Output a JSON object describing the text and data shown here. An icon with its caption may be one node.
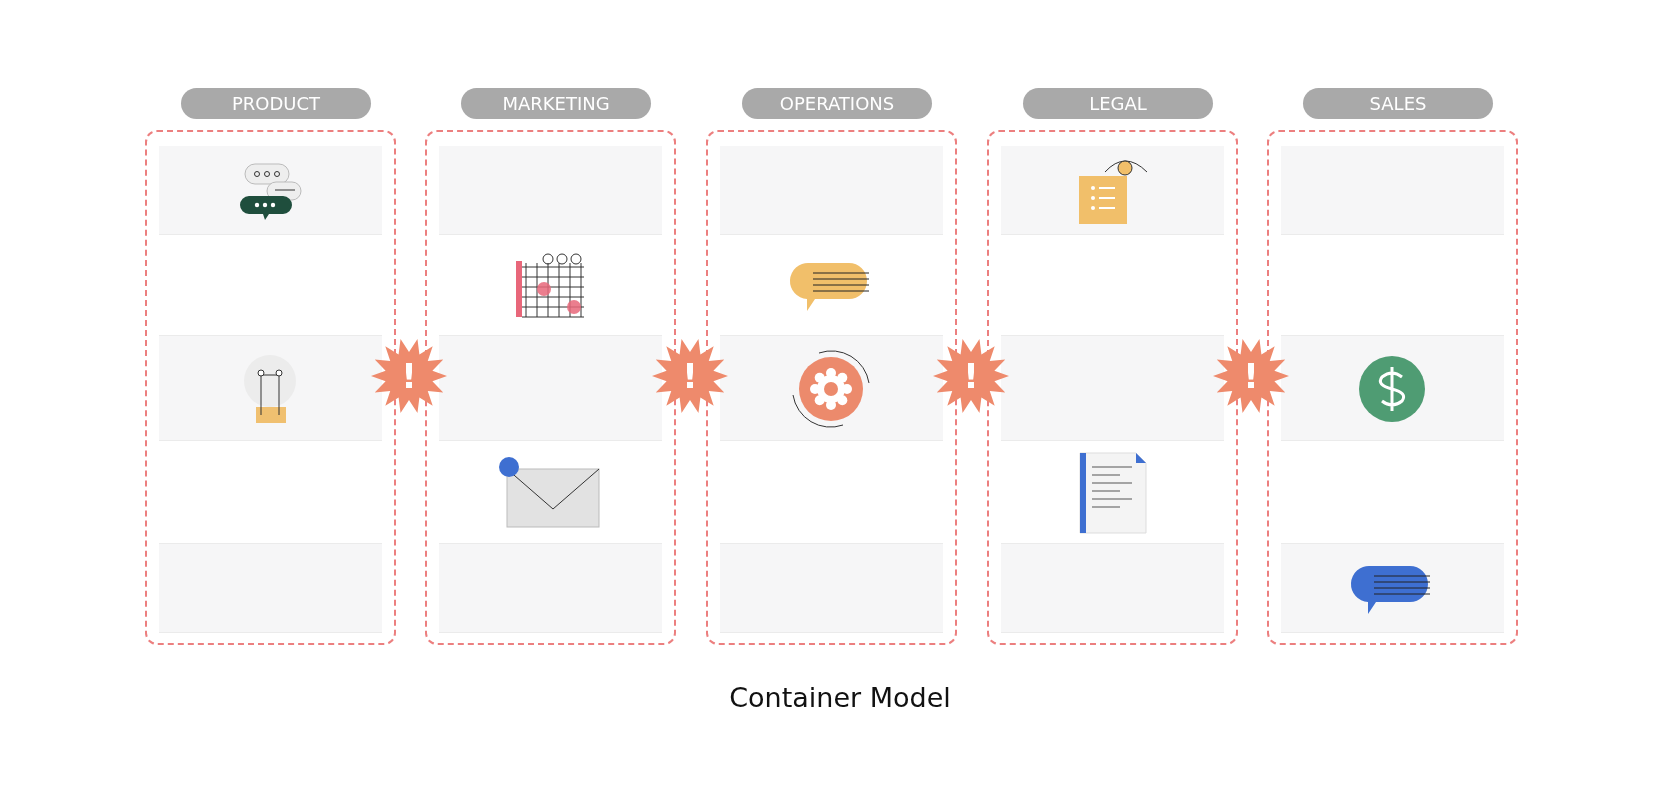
{
  "diagram": {
    "caption": "Container Model",
    "nodes": [
      {
        "text": [
          "PRODUCT"
        ]
      },
      {
        "text": [
          "MARKETING"
        ]
      },
      {
        "text": [
          "OPERATIONS"
        ]
      },
      {
        "text": [
          "LEGAL"
        ]
      },
      {
        "text": [
          "SALES"
        ]
      },
      {
        "text": [
          "!"
        ]
      },
      {
        "text": [
          "!"
        ]
      },
      {
        "text": [
          "!"
        ]
      },
      {
        "text": [
          "!"
        ]
      }
    ]
  }
}
